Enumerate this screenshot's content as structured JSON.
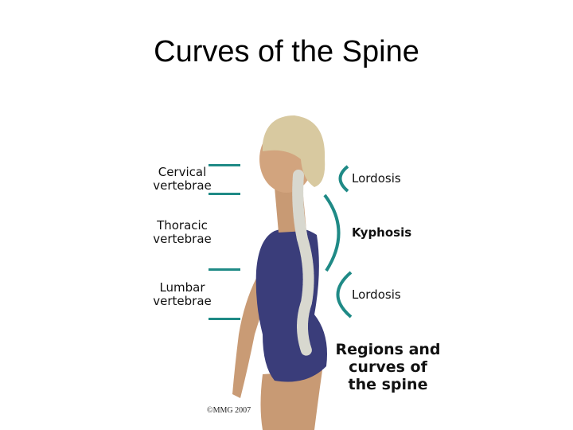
{
  "title": "Curves of the Spine",
  "regions": [
    {
      "line1": "Cervical",
      "line2": "vertebrae"
    },
    {
      "line1": "Thoracic",
      "line2": "vertebrae"
    },
    {
      "line1": "Lumbar",
      "line2": "vertebrae"
    }
  ],
  "curves": [
    {
      "label": "Lordosis"
    },
    {
      "label": "Kyphosis"
    },
    {
      "label": "Lordosis"
    }
  ],
  "caption": {
    "line1": "Regions and",
    "line2": "curves of",
    "line3": "the spine"
  },
  "copyright": "©MMG 2007",
  "colors": {
    "accent": "#1f8a86",
    "suit": "#3a3d7a",
    "skin": "#c89a74",
    "hair": "#d8c9a0"
  }
}
